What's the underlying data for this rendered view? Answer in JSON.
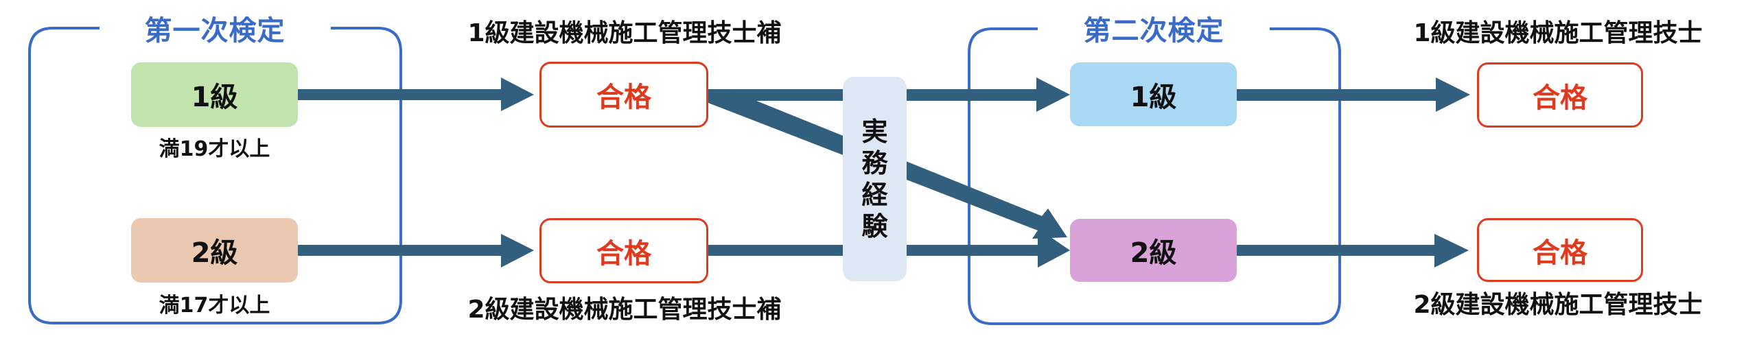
{
  "diagram": {
    "title": "建設機械施工管理技士 検定フロー",
    "colors": {
      "section_border": "#3A6BC8",
      "arrow": "#335F7E",
      "pass": "#E03A1E",
      "first_level1": "#C2E3AD",
      "first_level2": "#EBC9B0",
      "second_level1": "#A8D8F4",
      "second_level2": "#D9A3DA",
      "experience": "#DEE8F4"
    },
    "first_exam": {
      "title": "第一次検定",
      "level1": {
        "label": "1級",
        "requirement": "満19才以上"
      },
      "level2": {
        "label": "2級",
        "requirement": "満17才以上"
      }
    },
    "first_results": {
      "level1": {
        "result": "合格",
        "qualification": "1級建設機械施工管理技士補"
      },
      "level2": {
        "result": "合格",
        "qualification": "2級建設機械施工管理技士補"
      }
    },
    "experience": {
      "label": "実務経験",
      "chars": [
        "実",
        "務",
        "経",
        "験"
      ]
    },
    "second_exam": {
      "title": "第二次検定",
      "level1": {
        "label": "1級"
      },
      "level2": {
        "label": "2級"
      }
    },
    "second_results": {
      "level1": {
        "result": "合格",
        "qualification": "1級建設機械施工管理技士"
      },
      "level2": {
        "result": "合格",
        "qualification": "2級建設機械施工管理技士"
      }
    },
    "flows": [
      {
        "from": "first_exam.level1",
        "to": "first_results.level1"
      },
      {
        "from": "first_exam.level2",
        "to": "first_results.level2"
      },
      {
        "from": "first_results.level1",
        "to": "second_exam.level1",
        "via": "experience"
      },
      {
        "from": "first_results.level1",
        "to": "second_exam.level2",
        "via": "experience"
      },
      {
        "from": "first_results.level2",
        "to": "second_exam.level2",
        "via": "experience"
      },
      {
        "from": "second_exam.level1",
        "to": "second_results.level1"
      },
      {
        "from": "second_exam.level2",
        "to": "second_results.level2"
      }
    ]
  }
}
